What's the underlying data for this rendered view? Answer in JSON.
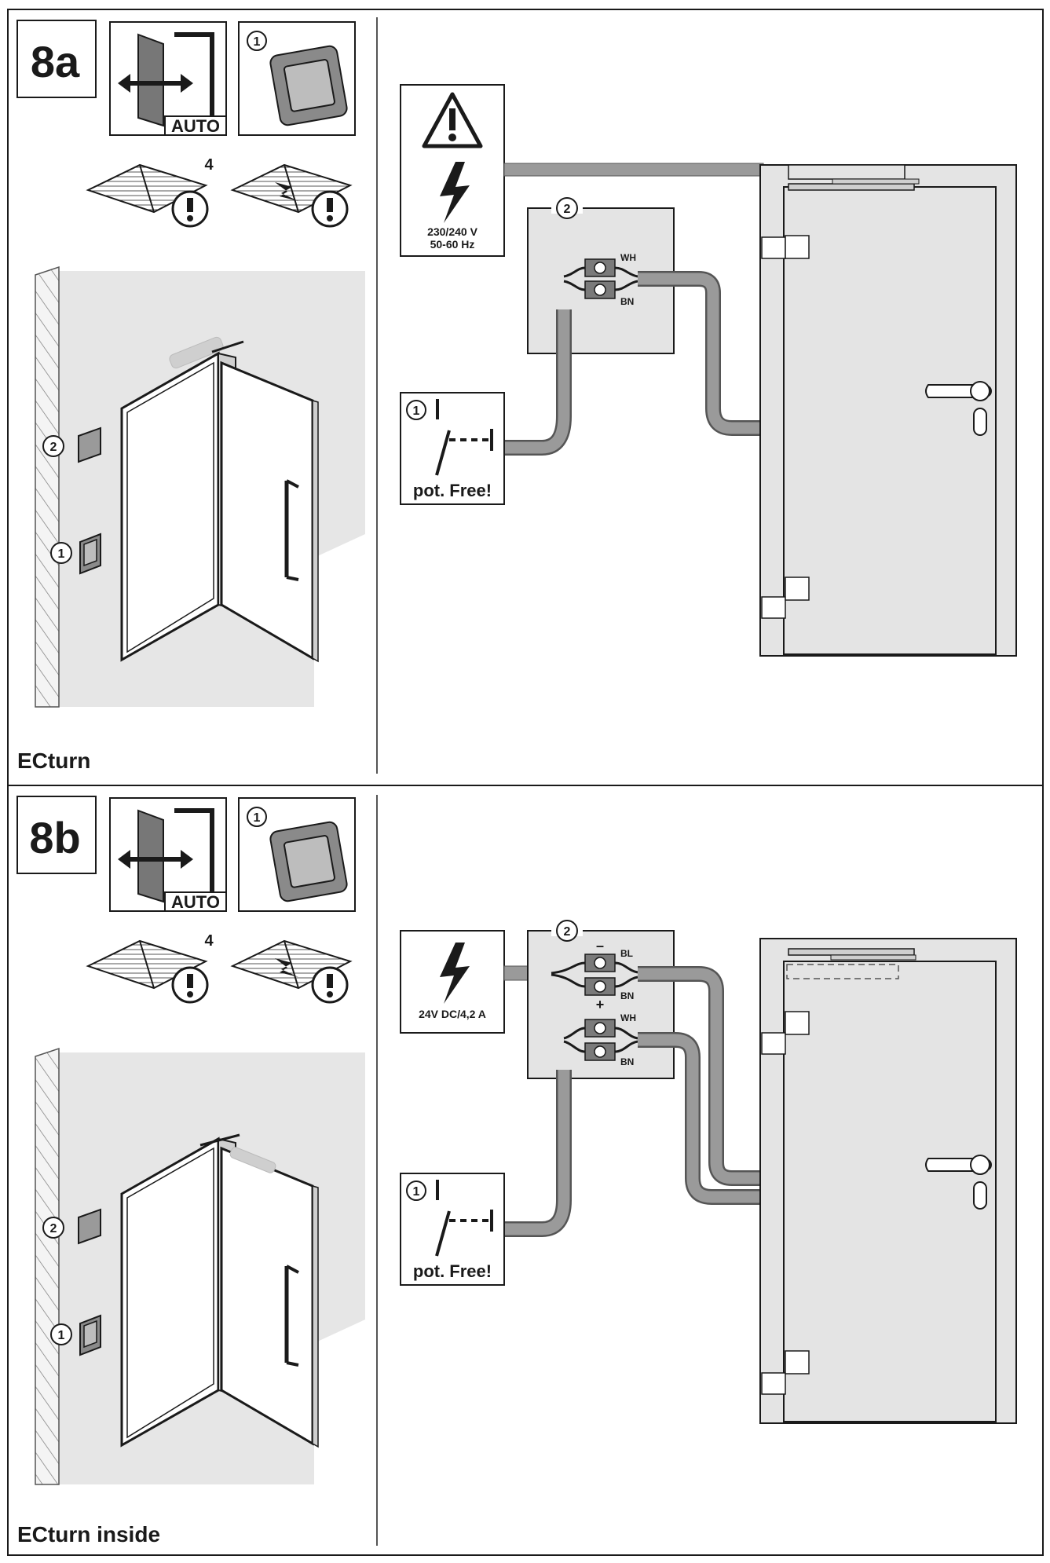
{
  "panels": [
    {
      "label": "8a",
      "auto_label": "AUTO",
      "switch_number": "1",
      "manual_page": "4",
      "mains_voltage": "230/240 V",
      "mains_frequency": "50-60 Hz",
      "junction_number": "2",
      "wire_top": "WH",
      "wire_bottom": "BN",
      "switch_box_number": "1",
      "switch_note": "pot. Free!",
      "wall_label_2": "2",
      "wall_label_1": "1",
      "caption": "ECturn"
    },
    {
      "label": "8b",
      "auto_label": "AUTO",
      "switch_number": "1",
      "manual_page": "4",
      "supply_spec": "24V DC/4,2 A",
      "junction_number": "2",
      "minus_sign": "–",
      "plus_sign": "+",
      "wire_1": "BL",
      "wire_2": "BN",
      "wire_3": "WH",
      "wire_4": "BN",
      "switch_box_number": "1",
      "switch_note": "pot. Free!",
      "wall_label_2": "2",
      "wall_label_1": "1",
      "caption": "ECturn inside"
    }
  ],
  "colors": {
    "line": "#1a1a1a",
    "fill_light": "#e4e4e4",
    "fill_mid": "#cfcfcf",
    "cable": "#9a9a9a",
    "terminal": "#7a7a7a"
  }
}
